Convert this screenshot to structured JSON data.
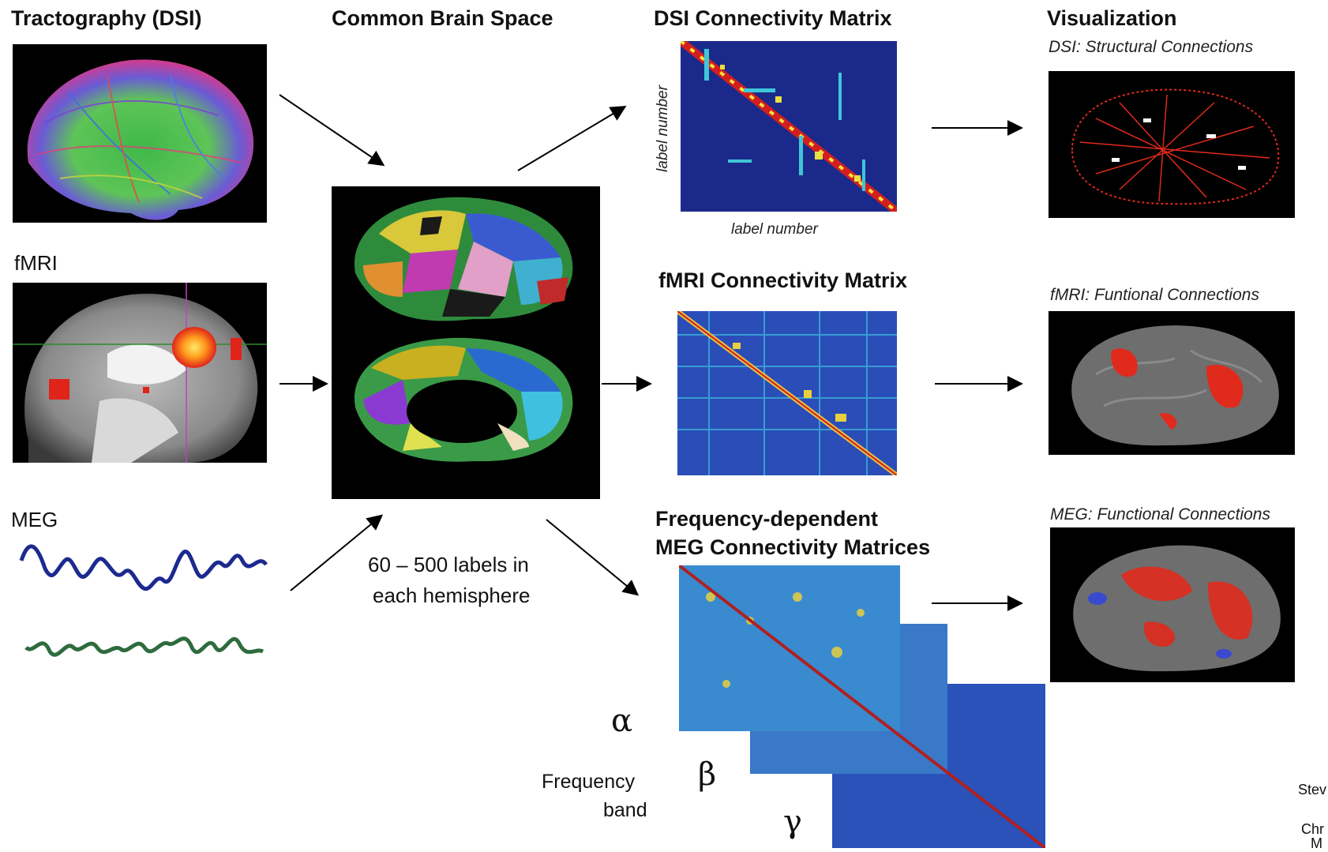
{
  "columns": {
    "inputs": {
      "dsi_title": "Tractography (DSI)",
      "fmri_title": "fMRI",
      "meg_title": "MEG"
    },
    "common": {
      "title": "Common Brain Space",
      "note_line1": "60 – 500 labels in",
      "note_line2": "each hemisphere"
    },
    "matrices": {
      "dsi_title": "DSI Connectivity Matrix",
      "dsi_xlabel": "label number",
      "dsi_ylabel": "label number",
      "fmri_title": "fMRI Connectivity Matrix",
      "meg_title_line1": "Frequency-dependent",
      "meg_title_line2": "MEG Connectivity Matrices",
      "freq_label_line1": "Frequency",
      "freq_label_line2": "band",
      "alpha": "α",
      "beta": "β",
      "gamma": "γ"
    },
    "visualization": {
      "title": "Visualization",
      "dsi_sub": "DSI: Structural Connections",
      "fmri_sub": "fMRI: Funtional Connections",
      "meg_sub": "MEG: Functional Connections"
    }
  },
  "credits": {
    "line1": "Stev",
    "line2": "Chr",
    "line3": "M"
  },
  "colors": {
    "matrix_bg": "#1b2a8a",
    "diagonal": "#d21e1e",
    "meg_wave_blue": "#1c2a8f",
    "meg_wave_green": "#2e6b3e",
    "brain_red": "#e02a1c"
  }
}
